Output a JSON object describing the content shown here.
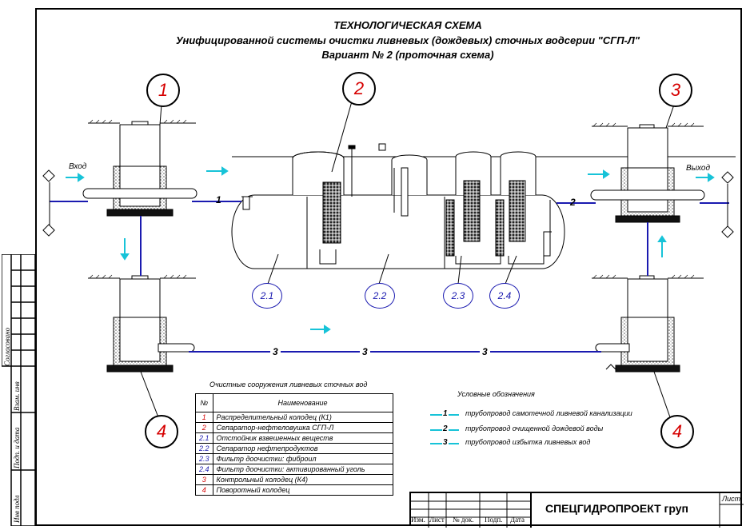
{
  "title": {
    "line1": "ТЕХНОЛОГИЧЕСКАЯ СХЕМА",
    "line2": "Унифицированной системы очистки ливневых (дождевых) сточных водсерии \"СГП-Л\"",
    "line3": "Вариант № 2 (проточная схема)"
  },
  "labels": {
    "inlet": "Вход",
    "outlet": "Выход",
    "pipe1": "1",
    "pipe2": "2",
    "pipe3": "3"
  },
  "node_numbers": {
    "n1": "1",
    "n2": "2",
    "n3": "3",
    "n4a": "4",
    "n4b": "4"
  },
  "sub_numbers": [
    "2.1",
    "2.2",
    "2.3",
    "2.4"
  ],
  "facilities_table": {
    "caption": "Очистные сооружения ливневых сточных вод",
    "header_num": "№",
    "header_name": "Наименование",
    "rows": [
      {
        "num": "1",
        "name": "Распределительный колодец (К1)"
      },
      {
        "num": "2",
        "name": "Сепаратор-нефтеловушка СГП-Л"
      },
      {
        "num": "2.1",
        "name": "Отстойник взвешенных веществ"
      },
      {
        "num": "2.2",
        "name": "Сепаратор нефтепродуктов"
      },
      {
        "num": "2.3",
        "name": "Фильтр доочистки: фиброил"
      },
      {
        "num": "2.4",
        "name": "Фильтр доочистки: активированный уголь"
      },
      {
        "num": "3",
        "name": "Контрольный колодец (К4)"
      },
      {
        "num": "4",
        "name": "Поворотный колодец"
      }
    ]
  },
  "symbols_legend": {
    "caption": "Условные обозначения",
    "items": [
      {
        "num": "1",
        "text": "трубопровод самотечной ливневой канализации"
      },
      {
        "num": "2",
        "text": "трубопровод очищенной дождевой воды"
      },
      {
        "num": "3",
        "text": "трубопровод избытка ливневых вод"
      }
    ]
  },
  "sidebar": {
    "agreed": "Согласовано",
    "vzam": "Взам. инв",
    "podp": "Подп. и дата",
    "inv": "Инв подл"
  },
  "stamp": {
    "cols": [
      "Изм.",
      "Лист",
      "№ док.",
      "Подп.",
      "Дата"
    ],
    "sheet": "Лист",
    "company": "СПЕЦГИДРОПРОЕКТ груп"
  },
  "colors": {
    "pipe": "#1a1ab0",
    "arrow": "#17c3d8",
    "number": "#d60000"
  }
}
